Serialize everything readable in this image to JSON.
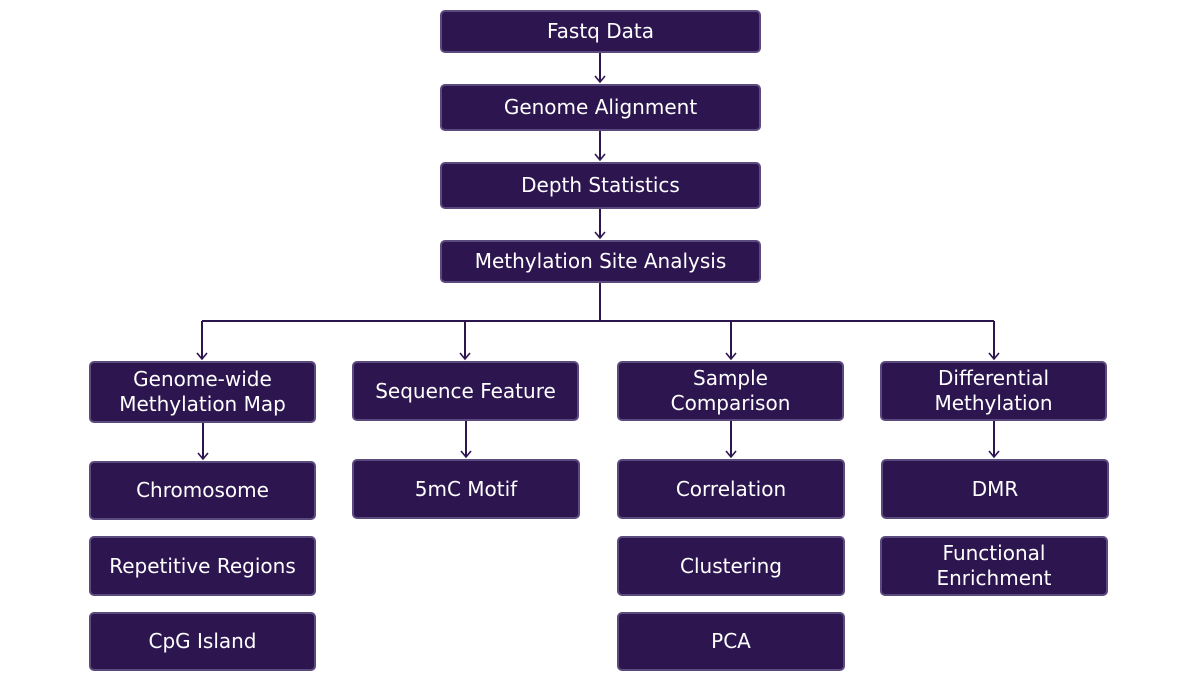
{
  "colors": {
    "box_fill": "#2d1650",
    "box_border": "#5b4a7e",
    "line": "#2d1650",
    "text": "#ffffff"
  },
  "pipeline": {
    "fastq": "Fastq Data",
    "alignment": "Genome Alignment",
    "depth": "Depth Statistics",
    "methylation_site": "Methylation Site Analysis"
  },
  "branches": {
    "genome_map": {
      "title": "Genome-wide\nMethylation Map",
      "items": [
        "Chromosome",
        "Repetitive Regions",
        "CpG Island"
      ]
    },
    "sequence_feature": {
      "title": "Sequence Feature",
      "items": [
        "5mC Motif"
      ]
    },
    "sample_comparison": {
      "title": "Sample\nComparison",
      "items": [
        "Correlation",
        "Clustering",
        "PCA"
      ]
    },
    "differential": {
      "title": "Differential\nMethylation",
      "items": [
        "DMR",
        "Functional\nEnrichment"
      ]
    }
  }
}
